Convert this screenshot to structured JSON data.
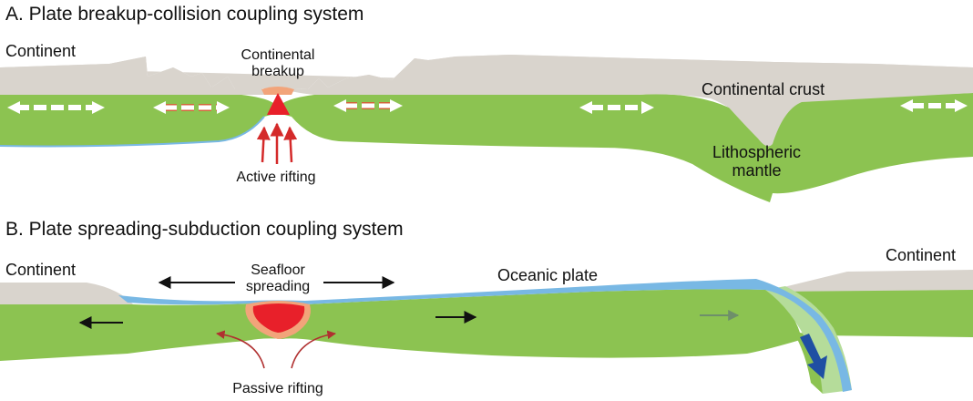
{
  "panel_a": {
    "title": "A. Plate breakup-collision coupling system",
    "continent_label": "Continent",
    "breakup_label_line1": "Continental",
    "breakup_label_line2": "breakup",
    "crust_label": "Continental crust",
    "mantle_label_line1": "Lithospheric",
    "mantle_label_line2": "mantle",
    "rifting_label": "Active rifting"
  },
  "panel_b": {
    "title": "B. Plate spreading-subduction coupling system",
    "continent_left_label": "Continent",
    "continent_right_label": "Continent",
    "spreading_label_line1": "Seafloor",
    "spreading_label_line2": "spreading",
    "oceanic_label": "Oceanic plate",
    "rifting_label": "Passive rifting"
  },
  "colors": {
    "crust": "#d9d4cd",
    "mantle": "#8cc351",
    "ocean": "#78b8e4",
    "slab_light": "#b5dc9a",
    "magma": "#e8202a",
    "magma_rim": "#f2a47a",
    "rift_arrow": "#d42a2a",
    "passive_arrow": "#b03030",
    "subduction_arrow": "#1f4fa3"
  }
}
